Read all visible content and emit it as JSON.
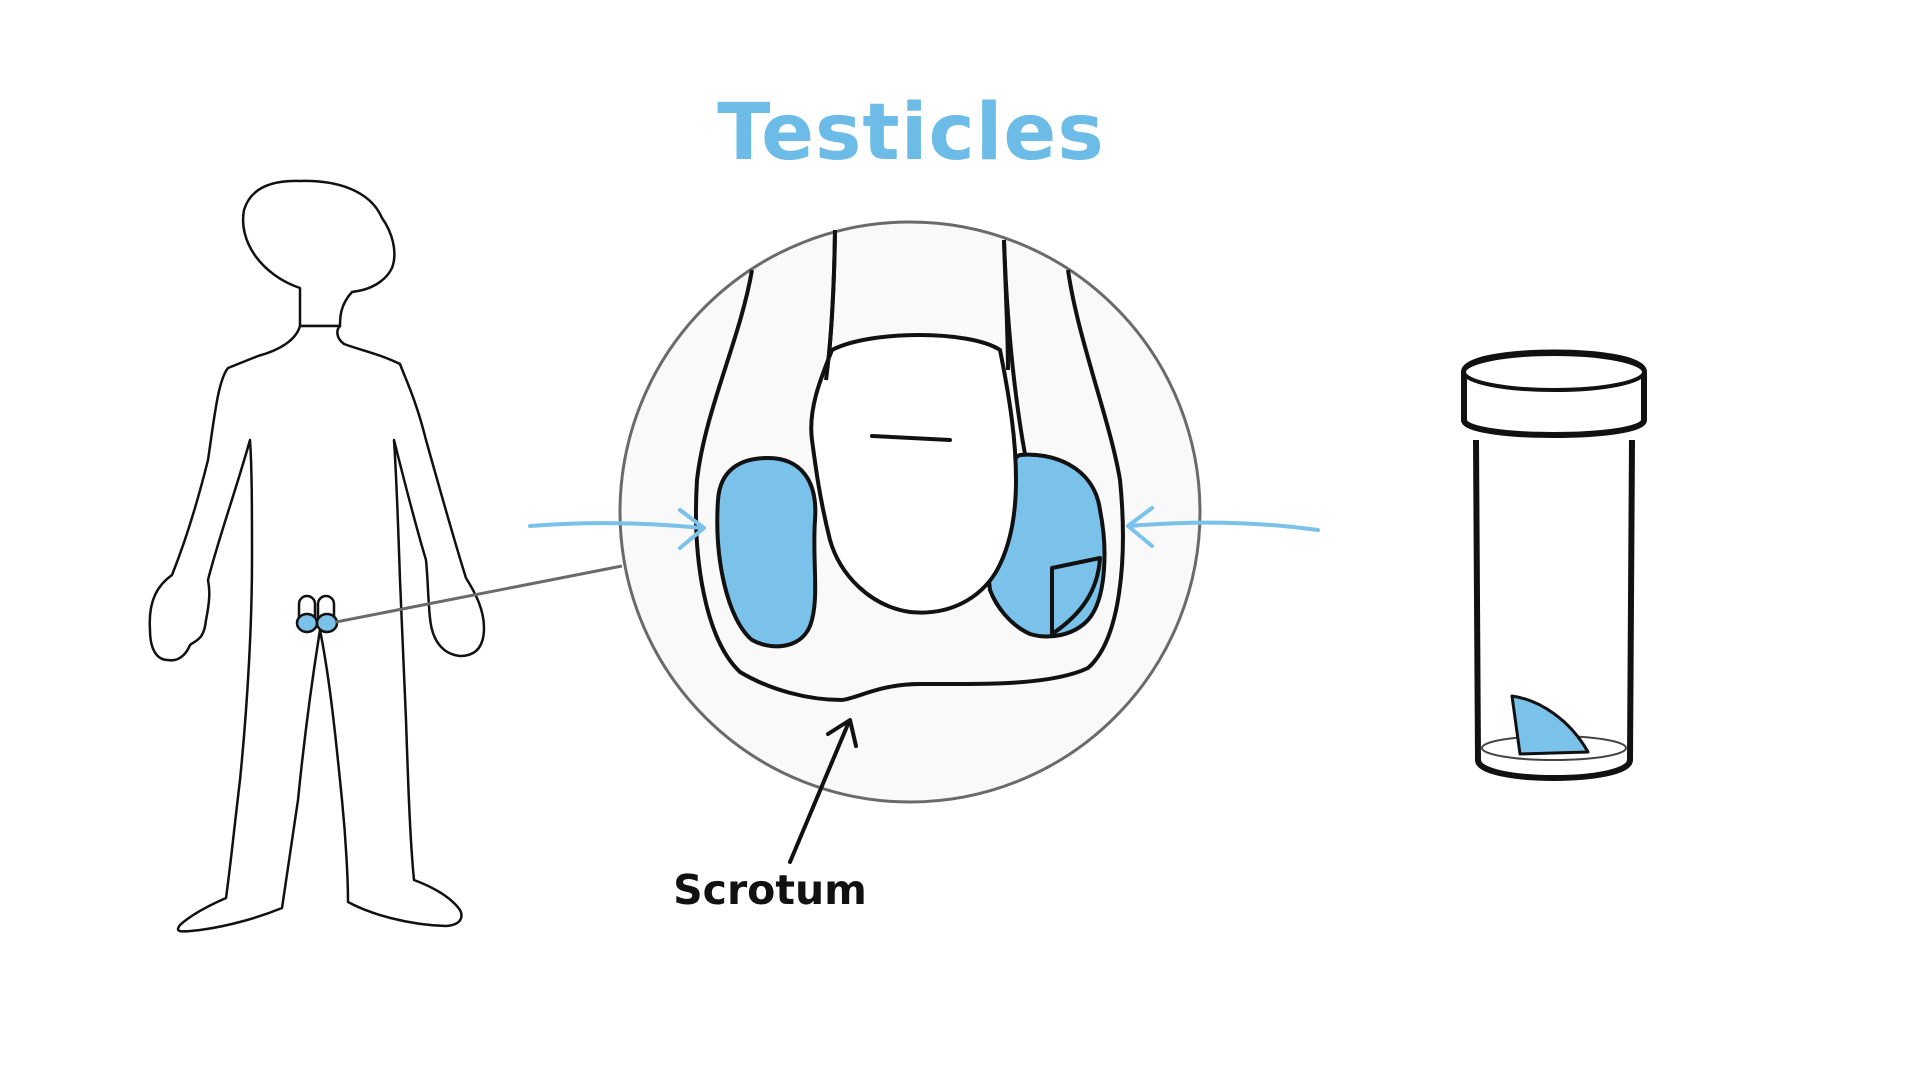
{
  "title": "Testicles",
  "labels": {
    "scrotum": "Scrotum"
  },
  "icons": {
    "person": "person-outline-icon",
    "magnifier": "magnified-view-circle",
    "sample_tube": "specimen-tube-icon"
  },
  "colors": {
    "accent": "#7ac2ea",
    "title": "#6dbce8",
    "outline": "#111111",
    "circle": "#6a6a6a",
    "caption": "#111111"
  }
}
